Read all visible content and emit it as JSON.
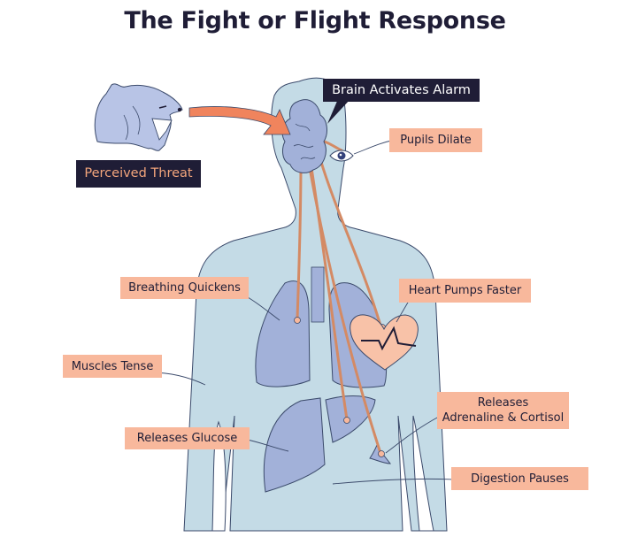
{
  "title": "The Fight or Flight Response",
  "colors": {
    "title": "#1f1d36",
    "body_fill": "#c4dbe6",
    "organ_fill": "#a2b1d9",
    "label_bg": "#f8b89c",
    "dark_label_bg": "#1f1d36",
    "arrow": "#f0845d",
    "nerve": "#e0a07e",
    "heart": "#f8c2a8"
  },
  "trigger": {
    "icon": "tiger-head-icon",
    "label": "Perceived Threat"
  },
  "brain_callout": "Brain Activates Alarm",
  "labels": {
    "pupils": "Pupils Dilate",
    "breathing": "Breathing Quickens",
    "heart": "Heart Pumps Faster",
    "muscles": "Muscles Tense",
    "adrenaline_line1": "Releases",
    "adrenaline_line2": "Adrenaline & Cortisol",
    "glucose": "Releases Glucose",
    "digestion": "Digestion Pauses"
  }
}
